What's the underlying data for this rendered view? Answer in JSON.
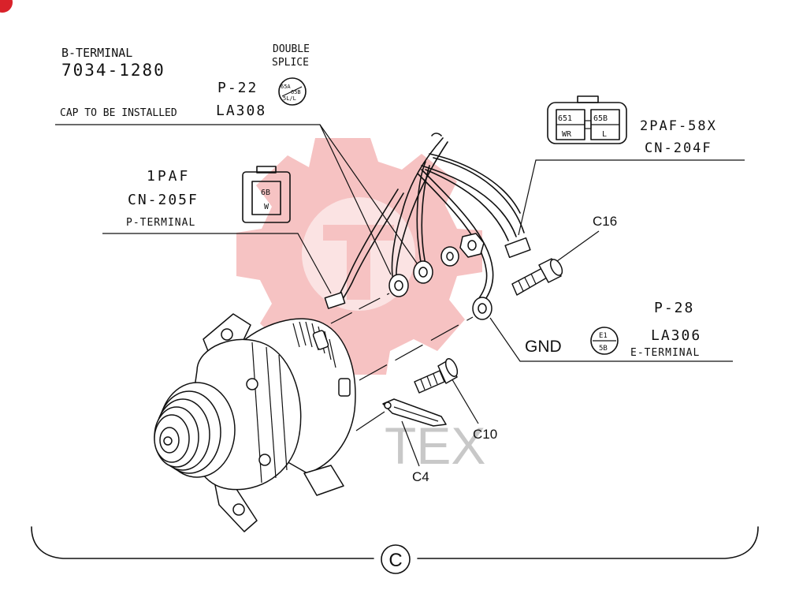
{
  "labels": {
    "b_terminal": "B-TERMINAL",
    "b_terminal_pn": "7034-1280",
    "double": "DOUBLE",
    "splice": "SPLICE",
    "p22": "P-22",
    "cap_installed": "CAP TO BE INSTALLED",
    "la308": "LA308",
    "splice_top": "65A",
    "splice_right": "65B",
    "splice_bottom": "5L/L",
    "plug_2paf_1": "651",
    "plug_2paf_2": "65B",
    "plug_2paf_3": "WR",
    "plug_2paf_4": "L",
    "conn_2paf": "2PAF-58X",
    "cn204f": "CN-204F",
    "paf1": "1PAF",
    "cn205f": "CN-205F",
    "p_terminal": "P-TERMINAL",
    "plug_1paf_1": "6B",
    "plug_1paf_2": "W",
    "c16": "C16",
    "p28": "P-28",
    "la306": "LA306",
    "gnd": "GND",
    "gnd_top": "E1",
    "gnd_bottom": "5B",
    "e_terminal": "E-TERMINAL",
    "c10": "C10",
    "c4": "C4",
    "group_marker": "C",
    "watermark": "TEX"
  },
  "colors": {
    "watermark": "#f5b8b8",
    "watermark_text": "#c8c8c8",
    "corner_badge": "#d9222a"
  }
}
